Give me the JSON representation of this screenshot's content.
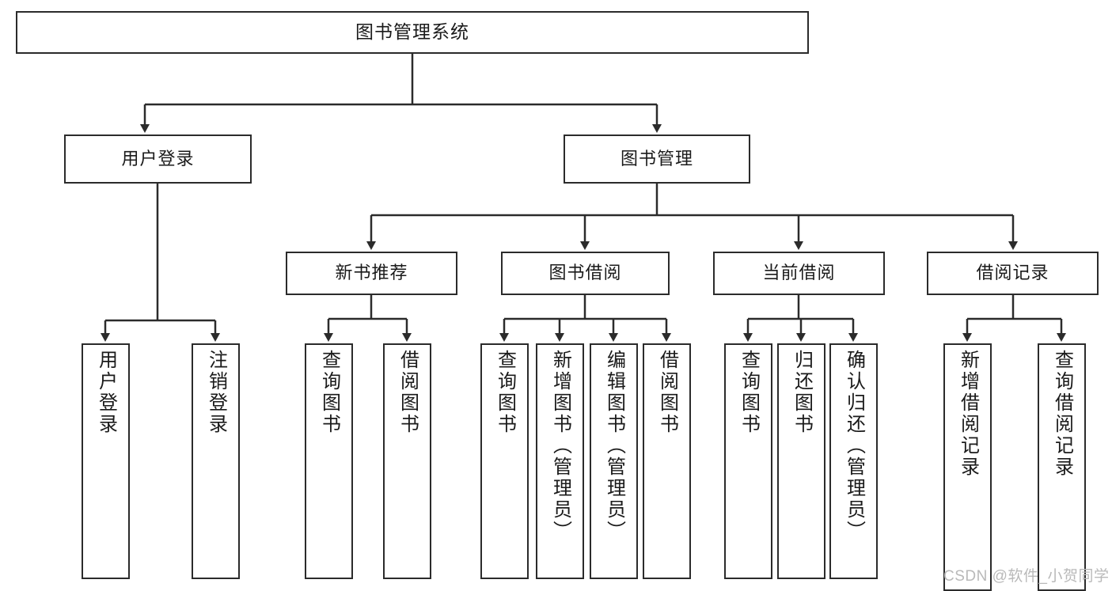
{
  "diagram": {
    "title": "图书管理系统",
    "watermark": "CSDN @软件_小贺同学",
    "colors": {
      "box_border": "#2b2b2b",
      "box_fill": "#ffffff",
      "edge": "#2b2b2b",
      "background": "#ffffff",
      "watermark": "#b9b9b9"
    },
    "nodes": {
      "root": {
        "label": "图书管理系统"
      },
      "level2": [
        {
          "label": "用户登录"
        },
        {
          "label": "图书管理"
        }
      ],
      "level3": [
        {
          "label": "新书推荐"
        },
        {
          "label": "图书借阅"
        },
        {
          "label": "当前借阅"
        },
        {
          "label": "借阅记录"
        }
      ],
      "leaves_user_login": [
        {
          "label": "用户登录"
        },
        {
          "label": "注销登录"
        }
      ],
      "leaves_new_book": [
        {
          "label": "查询图书"
        },
        {
          "label": "借阅图书"
        }
      ],
      "leaves_borrow": [
        {
          "label": "查询图书"
        },
        {
          "label": "新增图书（管理员）"
        },
        {
          "label": "编辑图书（管理员）"
        },
        {
          "label": "借阅图书"
        }
      ],
      "leaves_current": [
        {
          "label": "查询图书"
        },
        {
          "label": "归还图书"
        },
        {
          "label": "确认归还（管理员）"
        }
      ],
      "leaves_record": [
        {
          "label": "新增借阅记录"
        },
        {
          "label": "查询借阅记录"
        }
      ]
    }
  }
}
